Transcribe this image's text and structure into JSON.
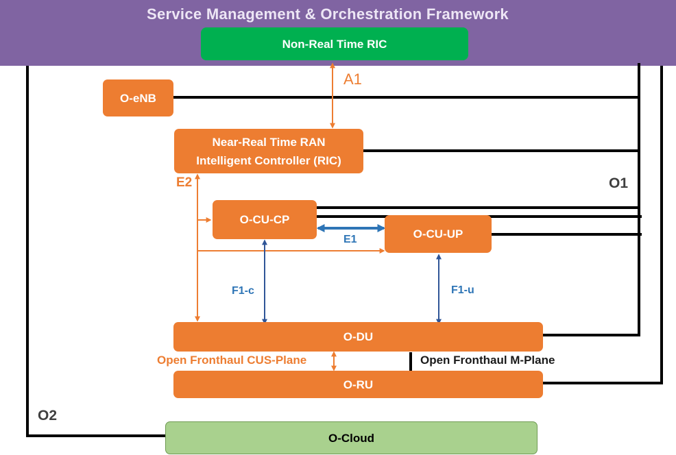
{
  "framework": {
    "title": "Service Management & Orchestration Framework"
  },
  "blocks": {
    "non_rt_ric": "Non-Real Time RIC",
    "o_enb": "O-eNB",
    "near_rt_ric_line1": "Near-Real Time RAN",
    "near_rt_ric_line2": "Intelligent Controller (RIC)",
    "o_cu_cp": "O-CU-CP",
    "o_cu_up": "O-CU-UP",
    "o_du": "O-DU",
    "o_ru": "O-RU",
    "o_cloud": "O-Cloud"
  },
  "interfaces": {
    "a1": "A1",
    "e2": "E2",
    "o1": "O1",
    "e1": "E1",
    "f1c": "F1-c",
    "f1u": "F1-u",
    "o2": "O2",
    "cus_plane": "Open Fronthaul CUS-Plane",
    "m_plane": "Open Fronthaul M-Plane"
  },
  "colors": {
    "framework_banner": "#8064a2",
    "non_rt_ric": "#00b050",
    "ran_blocks": "#ed7d31",
    "o_cloud": "#a9d18e",
    "blue_links": "#2e75b6",
    "navy_arrows": "#2f5597",
    "management_lines": "#000000"
  }
}
